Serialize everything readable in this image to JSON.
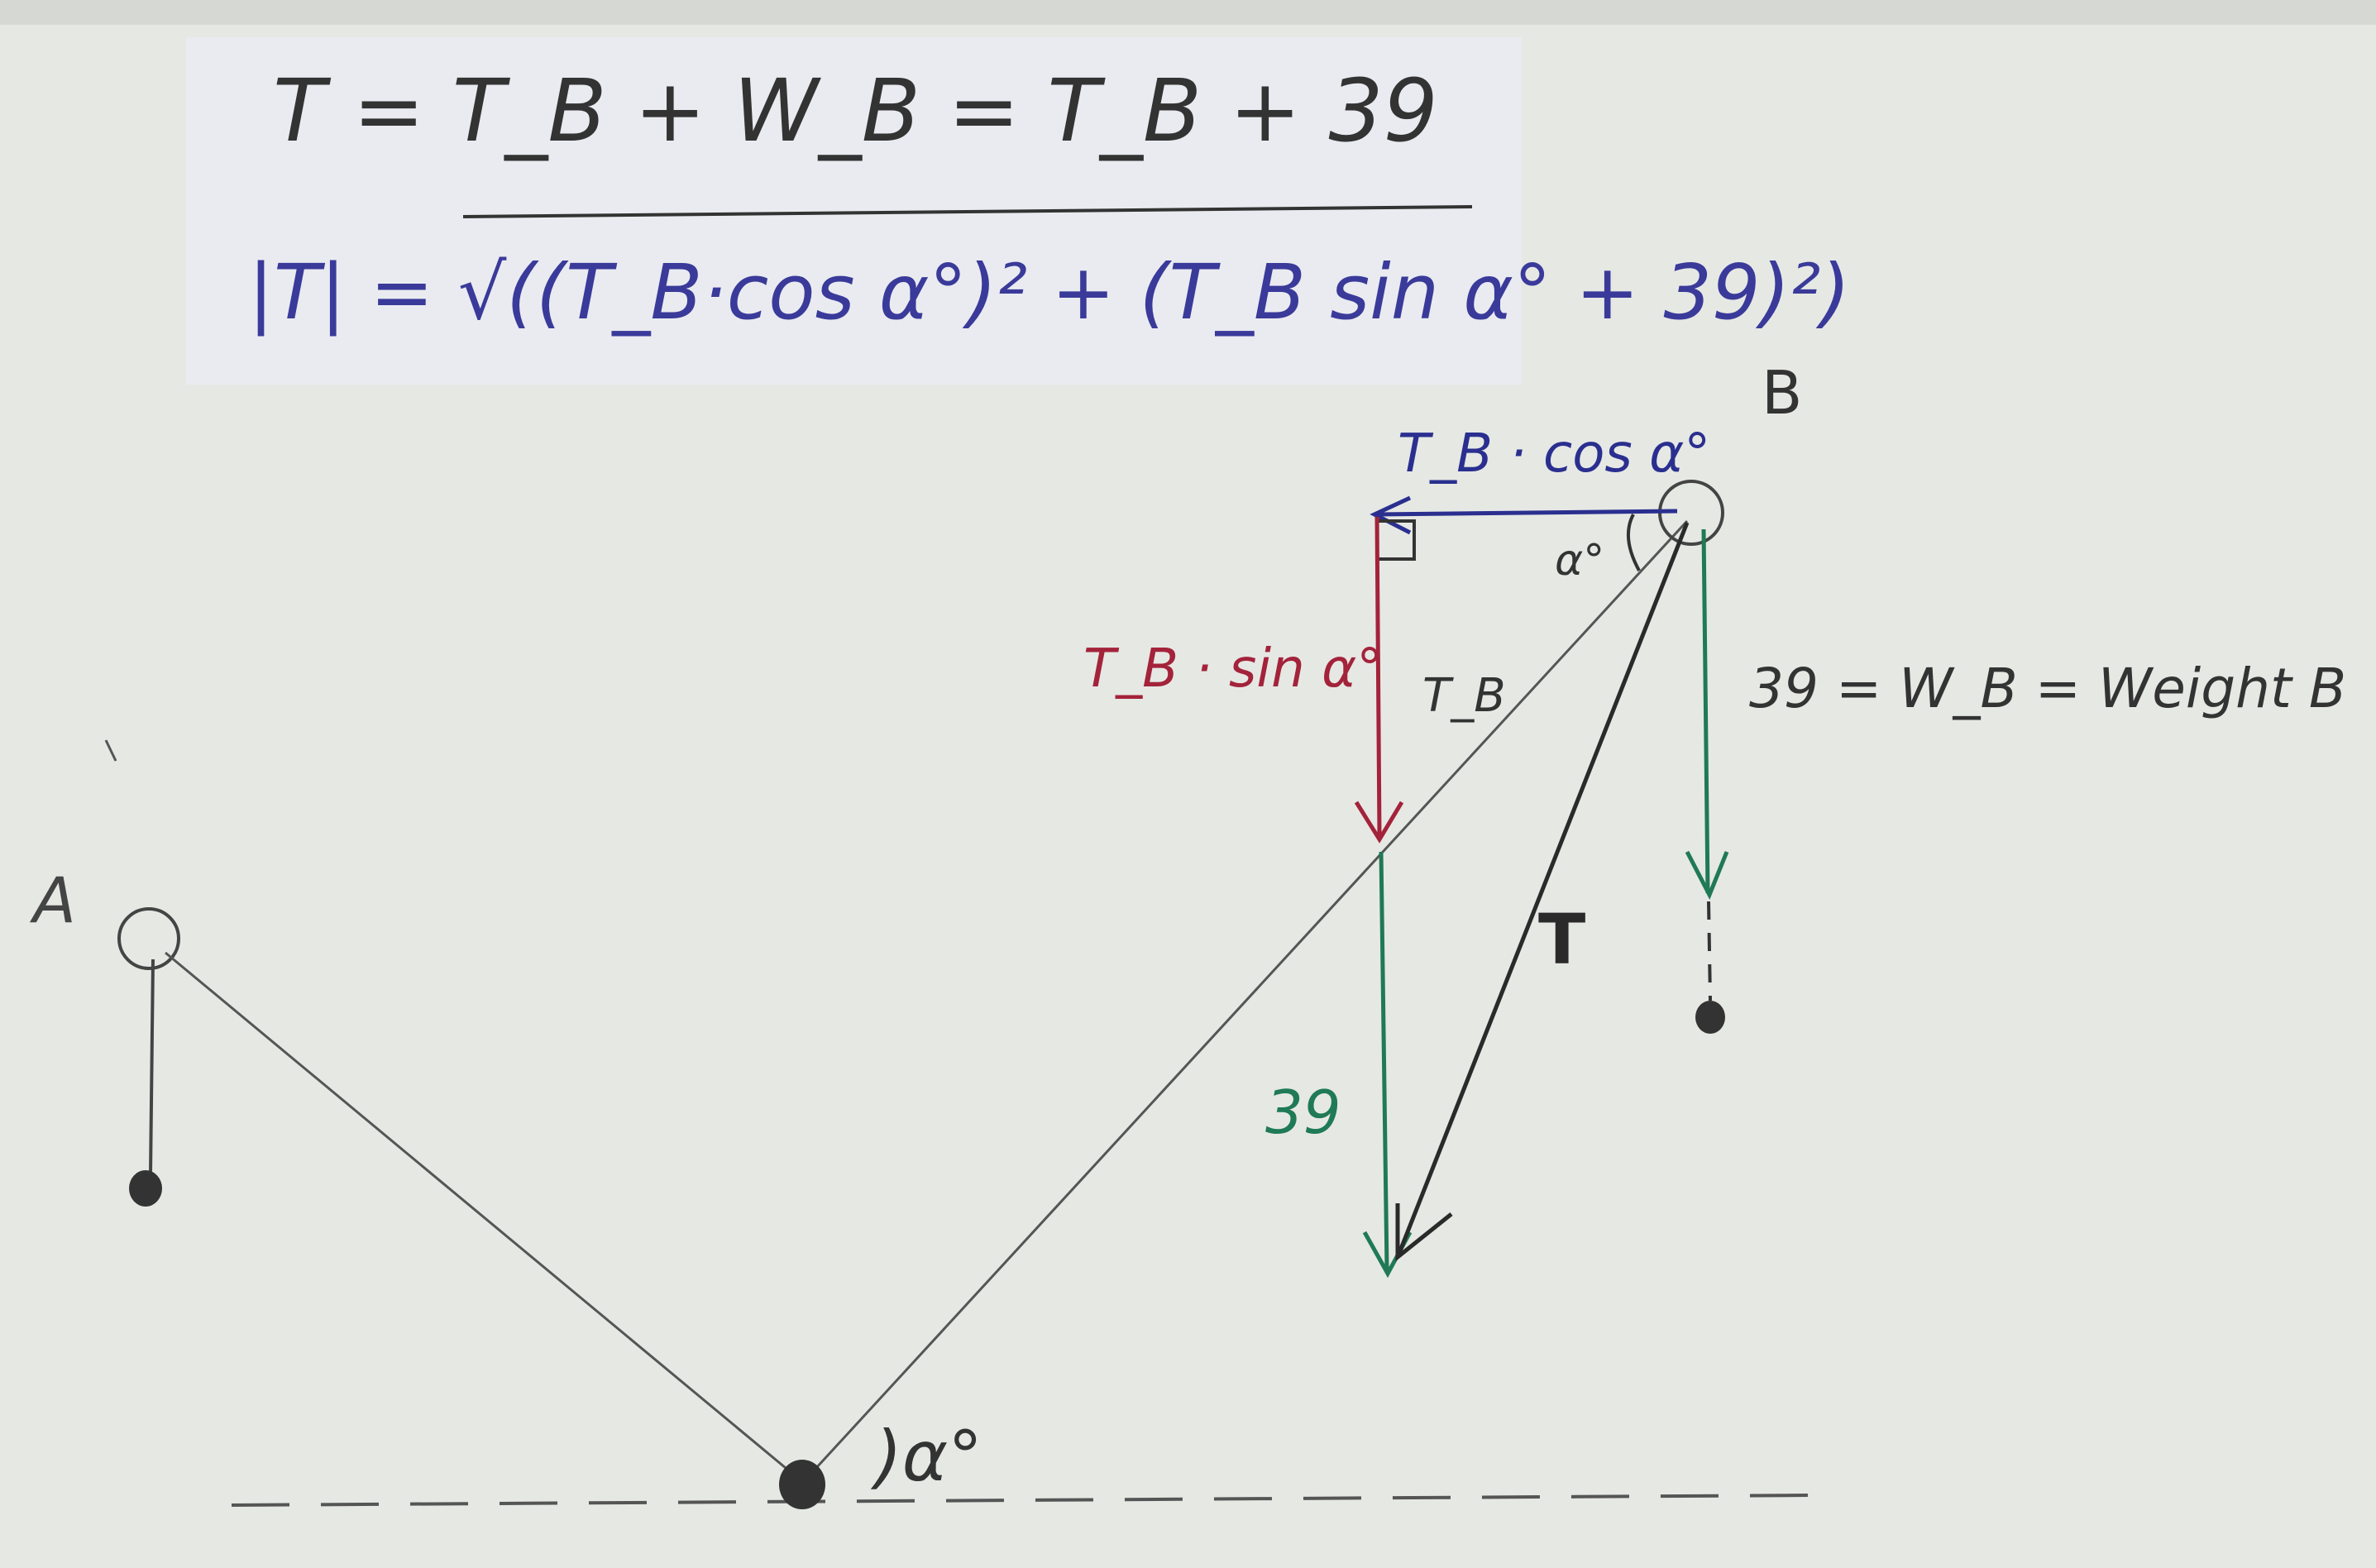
{
  "equations": {
    "line1": "T = T_B + W_B = T_B + 39",
    "line2": "|T| = √((T_B·cos α°)² + (T_B sin α° + 39)²)"
  },
  "points": {
    "a": "A",
    "b": "B"
  },
  "labels": {
    "horizontal_component": "T_B · cos α°",
    "vertical_component": "T_B · sin α°",
    "tension_b": "T_B",
    "resultant": "T",
    "weight_magnitude": "39",
    "weight_definition": "39 = W_B = Weight B",
    "angle_at_b": "α°",
    "angle_at_bottom": ")α°"
  },
  "colors": {
    "paper": "#e6e8e4",
    "equation_panel": "#e9ebf0",
    "string": "#555555",
    "horizontal_component": "#2a2f8f",
    "vertical_component": "#a3233a",
    "weight": "#1f7a55",
    "resultant": "#2a2a2a",
    "ink": "#333333"
  }
}
